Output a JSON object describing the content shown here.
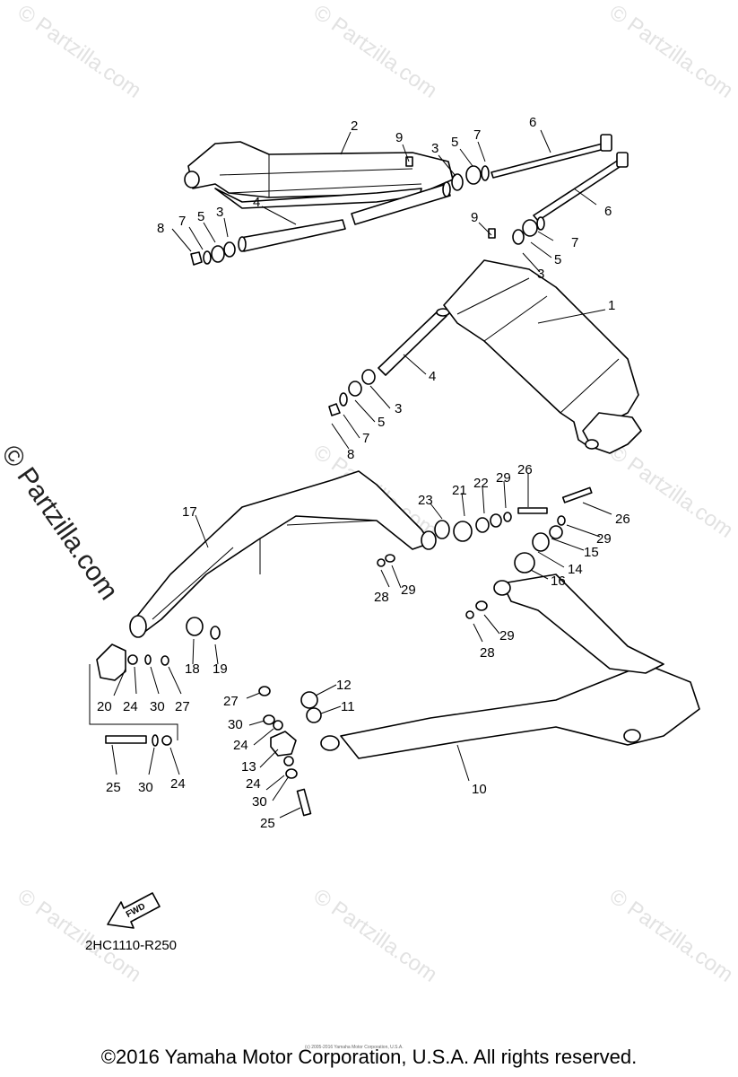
{
  "watermark": {
    "brand": "© Partzilla.com",
    "side_label": "© Partzilla.com"
  },
  "diagram_code": "2HC1110-R250",
  "fwd_label": "FWD",
  "copyright_small": "(c) 2005-2016 Yamaha Motor Corporation, U.S.A.",
  "copyright": "©2016 Yamaha Motor Corporation, U.S.A. All rights reserved.",
  "callouts": [
    "2",
    "9",
    "3",
    "5",
    "7",
    "6",
    "6",
    "4",
    "3",
    "5",
    "7",
    "8",
    "9",
    "7",
    "5",
    "3",
    "1",
    "4",
    "3",
    "5",
    "7",
    "8",
    "17",
    "23",
    "21",
    "22",
    "29",
    "26",
    "26",
    "29",
    "15",
    "14",
    "16",
    "28",
    "29",
    "28",
    "29",
    "18",
    "19",
    "20",
    "24",
    "30",
    "27",
    "12",
    "11",
    "27",
    "30",
    "24",
    "13",
    "24",
    "30",
    "25",
    "25",
    "30",
    "24",
    "10"
  ]
}
